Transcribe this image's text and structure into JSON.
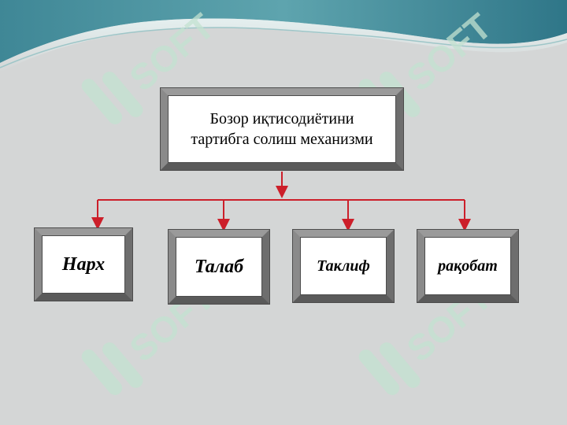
{
  "diagram": {
    "root": {
      "lines": [
        "Бозор иқтисодиётини",
        "тартибга солиш механизми"
      ]
    },
    "nodes": [
      {
        "label": "Нарх"
      },
      {
        "label": "Талаб"
      },
      {
        "label": "Таклиф"
      },
      {
        "label": "рақобат"
      }
    ]
  },
  "colors": {
    "background": "#d4d6d6",
    "wave_dark": "#4d8b99",
    "wave_light": "#a9cdd1",
    "connector": "#cc1f2a",
    "watermark": "#bfe0cf"
  },
  "watermark": {
    "text": "SOFT"
  }
}
